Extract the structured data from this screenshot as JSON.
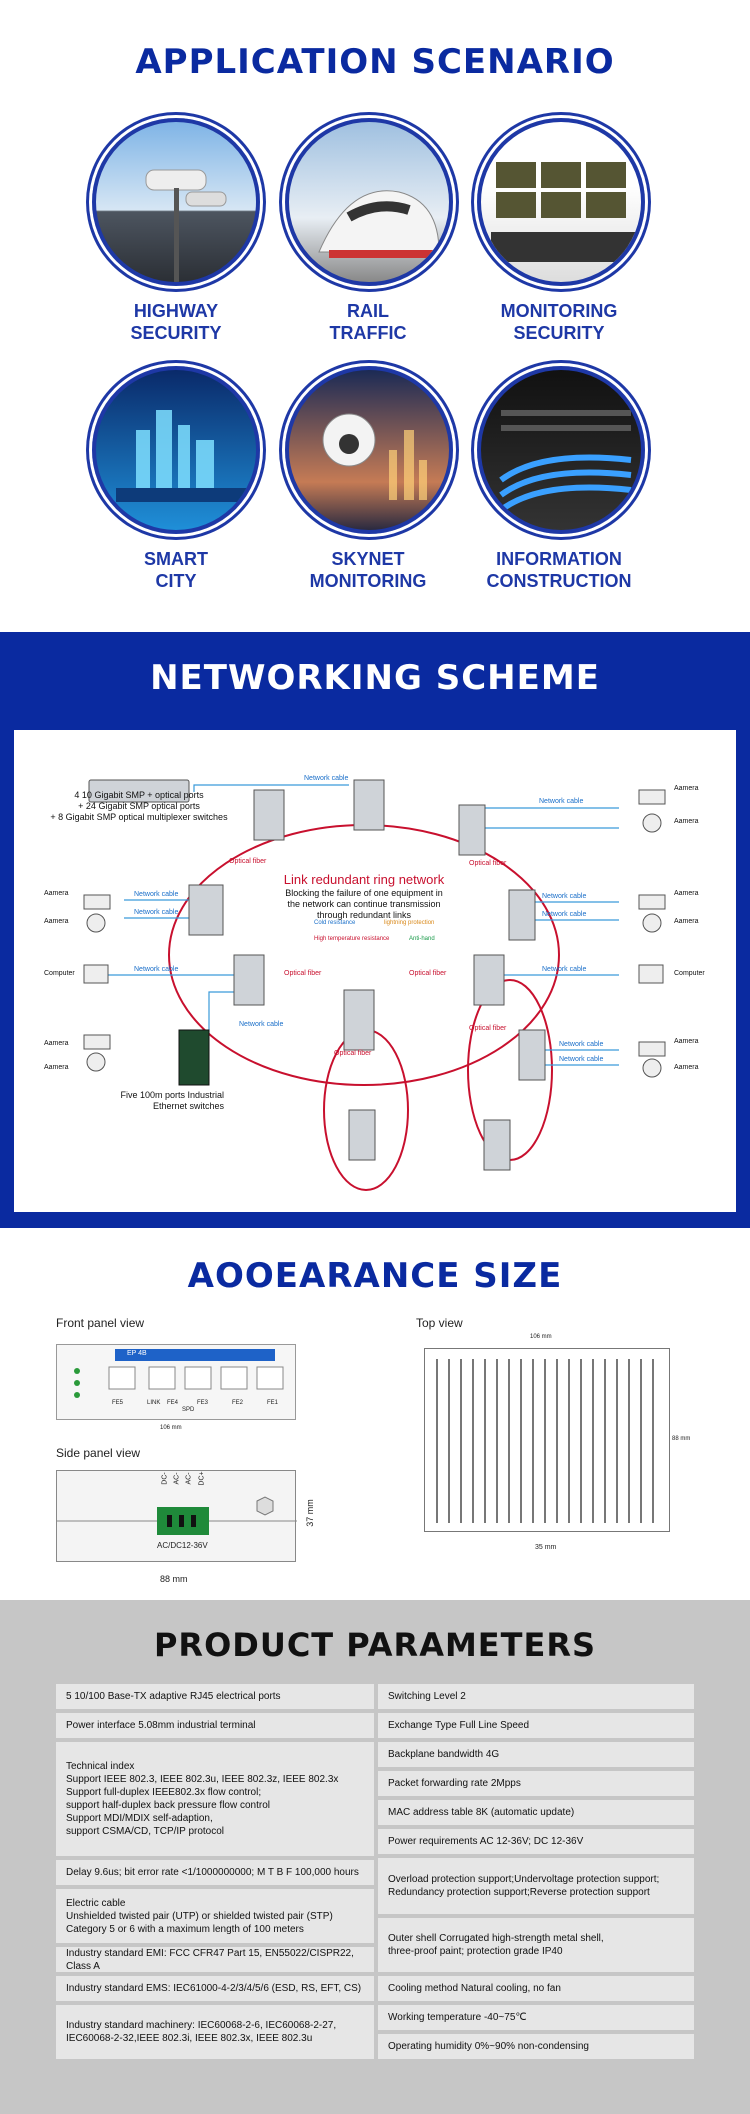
{
  "sections": {
    "application_title": "APPLICATION SCENARIO",
    "networking_title": "NETWORKING SCHEME",
    "appearance_title": "AOOEARANCE SIZE",
    "parameters_title": "PRODUCT PARAMETERS"
  },
  "scenarios": [
    {
      "line1": "HIGHWAY",
      "line2": "SECURITY"
    },
    {
      "line1": "RAIL",
      "line2": "TRAFFIC"
    },
    {
      "line1": "MONITORING",
      "line2": "SECURITY"
    },
    {
      "line1": "SMART",
      "line2": "CITY"
    },
    {
      "line1": "SKYNET",
      "line2": "MONITORING"
    },
    {
      "line1": "INFORMATION",
      "line2": "CONSTRUCTION"
    }
  ],
  "network": {
    "switch_desc": "4 10 Gigabit SMP + optical ports\n+ 24 Gigabit SMP optical ports\n+ 8 Gigabit SMP optical multiplexer switches",
    "ring_title": "Link redundant ring network",
    "ring_desc": "Blocking the failure of one equipment in\nthe network can continue transmission\nthrough redundant links",
    "features": [
      "Cold resistance",
      "lightning protection",
      "High temperature resistance",
      "Anti-hand"
    ],
    "network_cable": "Network cable",
    "optical_fiber": "Optical fiber",
    "camera": "Aamera",
    "computer": "Computer",
    "industrial_desc": "Five 100m ports Industrial\nEthernet switches"
  },
  "appearance": {
    "front_panel": "Front panel view",
    "top_view": "Top view",
    "side_panel": "Side panel view",
    "dim_106": "106 mm",
    "dim_37": "37 mm",
    "dim_88": "88 mm",
    "dim_35": "35 mm",
    "power_label": "AC/DC12-36V",
    "port_labels": [
      "FE5",
      "LINK",
      "FE4",
      "SPD",
      "FE3",
      "FE2",
      "FE1"
    ],
    "term_labels": [
      "DC-",
      "AC-",
      "AC-",
      "DC+"
    ],
    "panel_code": "EP 4B"
  },
  "parameters": {
    "left": [
      "5 10/100 Base-TX adaptive RJ45 electrical ports",
      "Power interface 5.08mm industrial terminal",
      "Technical index\nSupport IEEE 802.3, IEEE 802.3u, IEEE 802.3z, IEEE 802.3x\nSupport full-duplex IEEE802.3x flow control;\nsupport half-duplex back pressure flow control\nSupport MDI/MDIX self-adaption,\nsupport CSMA/CD, TCP/IP protocol",
      "Delay 9.6us; bit error rate <1/1000000000; M T B F 100,000 hours",
      "Electric cable\nUnshielded twisted pair (UTP) or shielded twisted pair (STP)\nCategory 5 or 6 with a maximum length of 100 meters",
      "Industry standard EMI: FCC CFR47 Part 15, EN55022/CISPR22, Class A",
      "Industry standard EMS: IEC61000-4-2/3/4/5/6 (ESD, RS, EFT, CS)",
      "Industry standard machinery: IEC60068-2-6, IEC60068-2-27,\nIEC60068-2-32,IEEE 802.3i, IEEE 802.3x, IEEE 802.3u"
    ],
    "right": [
      "Switching Level 2",
      "Exchange Type Full Line Speed",
      "Backplane bandwidth 4G",
      "Packet forwarding rate 2Mpps",
      "MAC address table 8K (automatic update)",
      "Power requirements AC 12-36V; DC 12-36V",
      "Overload protection support;Undervoltage protection support;\nRedundancy protection support;Reverse protection support",
      "Outer shell Corrugated high-strength metal shell,\nthree-proof paint; protection grade IP40",
      "Cooling method Natural cooling, no fan",
      "Working temperature -40~75℃",
      "Operating humidity 0%~90% non-condensing"
    ]
  },
  "colors": {
    "brand_blue": "#1e38a6",
    "band_blue": "#0a2aa0",
    "grey": "#c6c6c6",
    "ring_red": "#c8102e"
  }
}
